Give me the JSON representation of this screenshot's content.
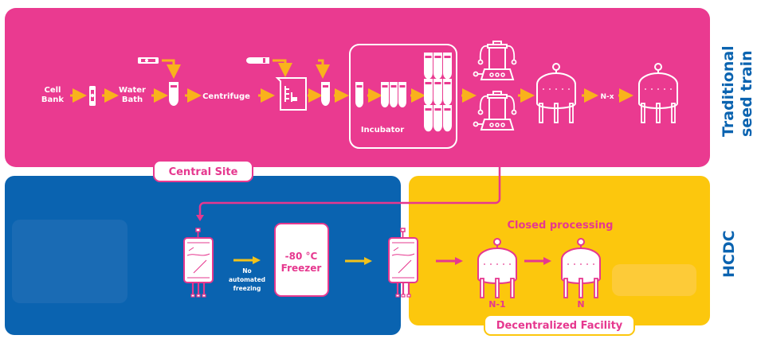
{
  "colors": {
    "pink": "#ea3a90",
    "blue": "#0a63b0",
    "yellow": "#fcc70d",
    "arrow_yellow": "#f9b21c",
    "white": "#ffffff"
  },
  "traditional": {
    "side_label_line1": "Traditional",
    "side_label_line2": "seed train",
    "steps": {
      "cell_bank_1": "Cell",
      "cell_bank_2": "Bank",
      "water_bath_1": "Water",
      "water_bath_2": "Bath",
      "centrifuge": "Centrifuge",
      "incubator": "Incubator",
      "n_x": "N-x"
    },
    "site_tag": "Central Site"
  },
  "hcdc": {
    "side_label": "HCDC",
    "no_auto_1": "No",
    "no_auto_2": "automated",
    "no_auto_3": "freezing",
    "freezer_1": "-80 °C",
    "freezer_2": "Freezer",
    "closed_processing": "Closed processing",
    "n_minus_1": "N-1",
    "n": "N",
    "site_tag": "Decentralized Facility"
  }
}
